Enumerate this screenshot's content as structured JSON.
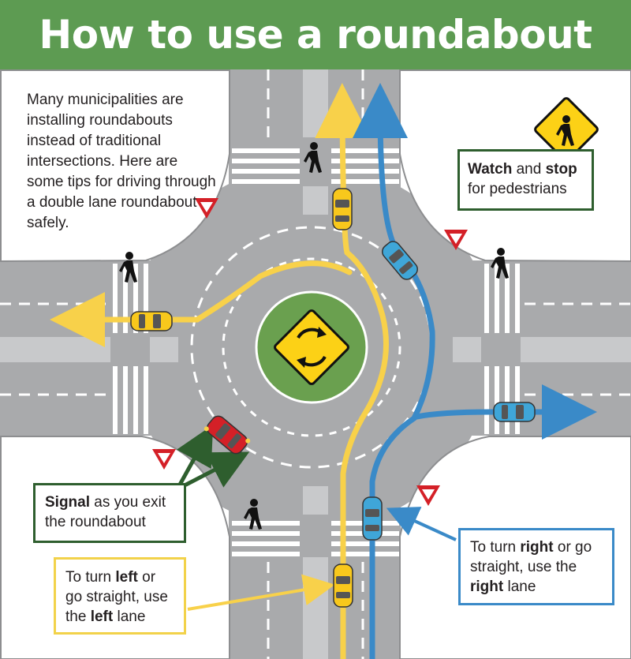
{
  "title": "How to use a roundabout",
  "intro_text": "Many municipalities are installing roundabouts instead of traditional intersections. Here are some tips for driving through a double lane roundabout safely.",
  "callouts": {
    "pedestrians": {
      "bold": "Watch",
      "mid": " and ",
      "bold2": "stop",
      "rest": " for pedestrians"
    },
    "signal": {
      "bold": "Signal",
      "rest": " as you exit the roundabout"
    },
    "right_lane": {
      "pre": "To turn ",
      "bold": "right",
      "mid": " or go straight, use the ",
      "bold2": "right",
      "rest": " lane"
    },
    "left_lane": {
      "pre": "To turn ",
      "bold": "left",
      "mid": " or go straight, use the ",
      "bold2": "left",
      "rest": " lane"
    }
  },
  "icons": [
    "pedestrian-icon",
    "yield-sign-icon",
    "roundabout-sign-icon",
    "pedestrian-crossing-sign-icon",
    "car-icon",
    "arrow-icon"
  ],
  "colors": {
    "header_green": "#5d9b52",
    "road_gray": "#a9aaac",
    "roundabout_island": "#6aa04f",
    "left_lane_path": "#f8d14a",
    "right_lane_path": "#3a8ac8",
    "signal_arrow": "#2e5e2e",
    "yield_red": "#d42027",
    "sign_yellow": "#fcd116"
  }
}
